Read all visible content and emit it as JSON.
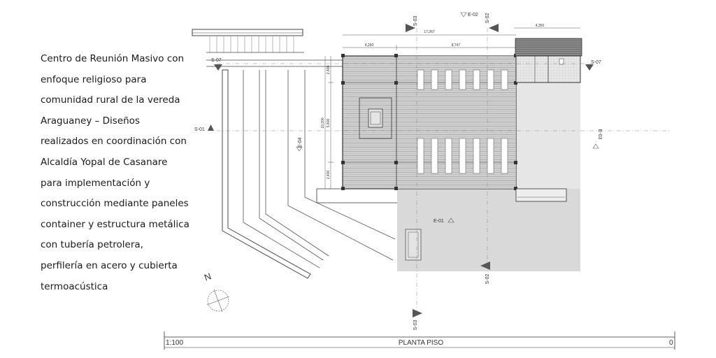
{
  "description": {
    "lines": [
      "Centro de Reunión Masivo con",
      "enfoque religioso para",
      "comunidad rural de la vereda",
      "Araguaney – Diseños",
      "realizados en coordinación con",
      "Alcaldía Yopal de Casanare",
      "para implementación y",
      "construcción mediante paneles",
      "container y estructura metálica",
      "con tubería petrolera,",
      "perfilería en acero y cubierta",
      "termoacústica"
    ]
  },
  "plan": {
    "section_marks": {
      "s03": "S-03",
      "s02": "S-02",
      "s07": "S-07",
      "s01": "S-01",
      "e02": "E-02",
      "e03": "E-03",
      "e04": "E-04",
      "e01": "E-01"
    },
    "dimensions": {
      "total_width": "17,267",
      "bay_left": "4,250",
      "bay_right": "8,747",
      "annex": "4,350",
      "height_total": "10,200",
      "height_mid": "5,400",
      "height_top": "2,400",
      "height_bottom": "2,400"
    },
    "north_label": "N"
  },
  "titlebar": {
    "scale": "1:100",
    "title": "PLANTA PISO",
    "right_mark": "0"
  },
  "colors": {
    "floor": "#d6d6d6",
    "floor_dark": "#bdbdbd",
    "ground": "#d9d9d9",
    "line": "#444444"
  }
}
